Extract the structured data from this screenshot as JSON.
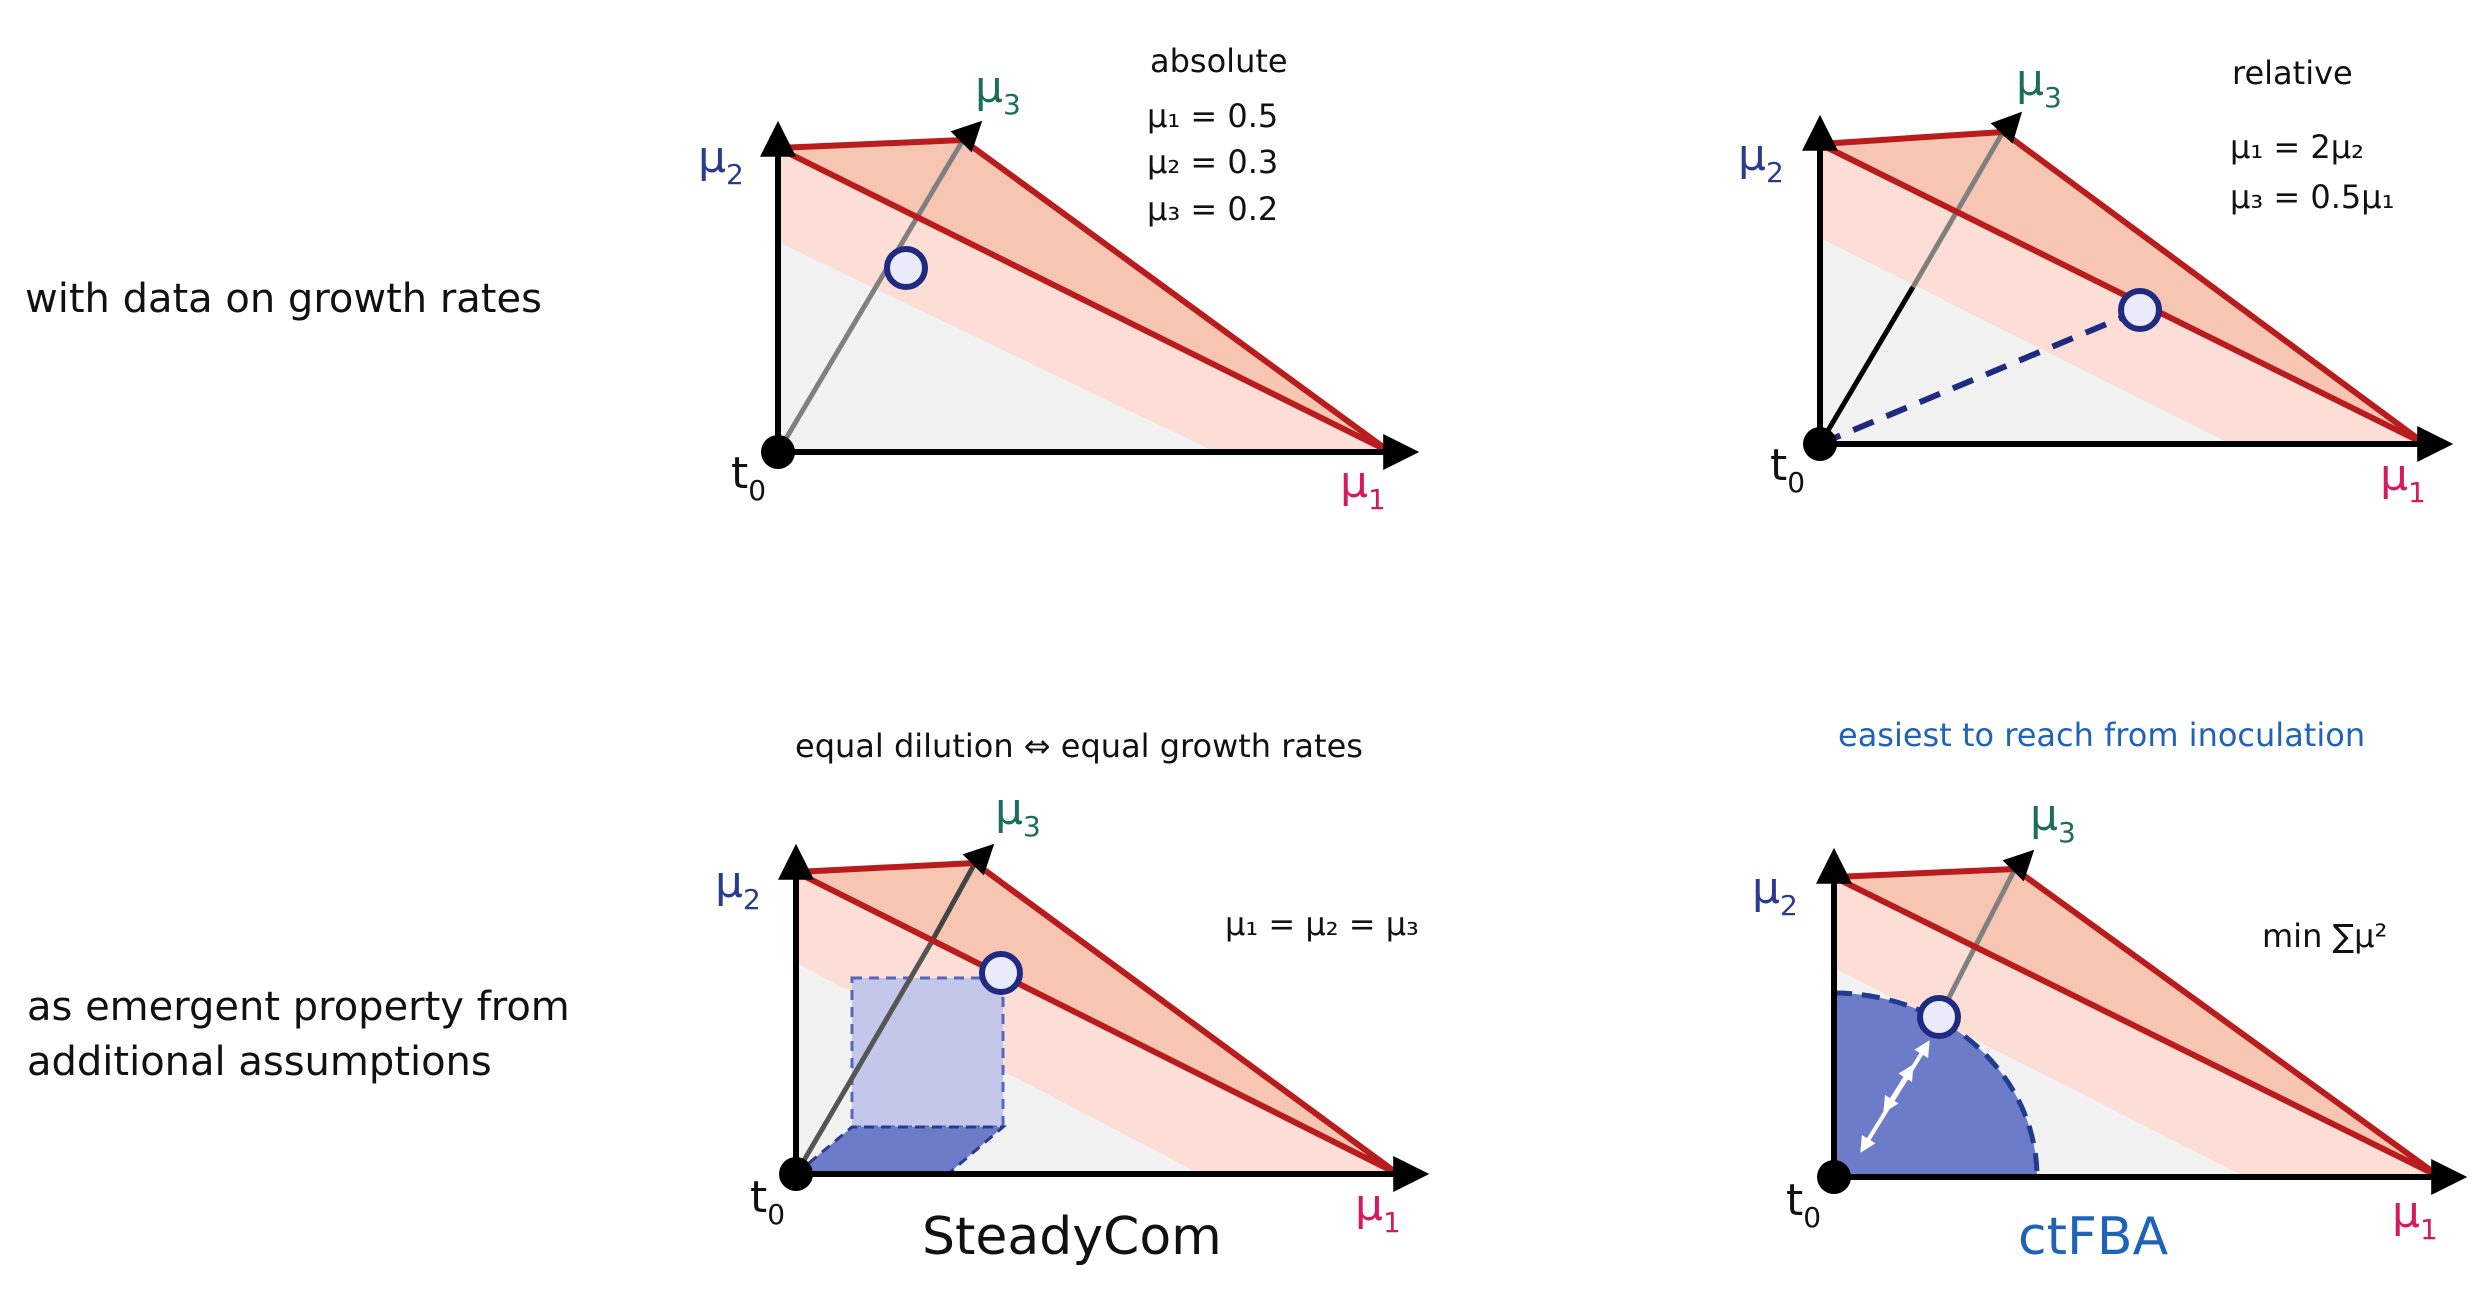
{
  "colors": {
    "mu1": "#d6185f",
    "mu2": "#2a3b8f",
    "mu3": "#1a6e5a",
    "red": "#b81c1c",
    "fill_dark": "#f7c6b3",
    "fill_light": "#fcded6",
    "grey_fill": "#f2f2f2",
    "blue_fill": "#6d7cc9",
    "blue_light": "#c3c8ea",
    "blue_text": "#1f63b8",
    "point_fill": "#e9ecf8",
    "point_stroke": "#1f2a80"
  },
  "row_labels": {
    "top": "with data on growth rates",
    "bottom_line1": "as emergent property from",
    "bottom_line2": "additional assumptions"
  },
  "axes": {
    "mu": "μ",
    "sub1": "1",
    "sub2": "2",
    "sub3": "3",
    "t": "t",
    "sub0": "0"
  },
  "panels": {
    "absolute": {
      "title": "absolute",
      "eq1": "μ₁ = 0.5",
      "eq2": "μ₂ = 0.3",
      "eq3": "μ₃ = 0.2"
    },
    "relative": {
      "title": "relative",
      "eq1": "μ₁ = 2μ₂",
      "eq2": "μ₃ = 0.5μ₁"
    },
    "steadycom": {
      "title": "equal dilution ⇔ equal growth rates",
      "eq": "μ₁ = μ₂ = μ₃",
      "caption": "SteadyCom"
    },
    "ctfba": {
      "title": "easiest to reach from inoculation",
      "eq": "min ∑μ²",
      "caption": "ctFBA"
    }
  }
}
